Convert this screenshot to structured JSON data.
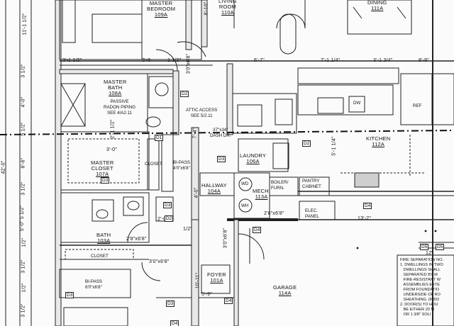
{
  "rooms": {
    "master_bedroom": {
      "name": "MASTER\nBEDROOM",
      "num": "109A"
    },
    "living_room": {
      "name": "LIVING\nROOM",
      "num": "110A"
    },
    "dining": {
      "name": "DINING",
      "num": "111A"
    },
    "master_bath": {
      "name": "MASTER\nBATH",
      "num": "108A"
    },
    "master_closet": {
      "name": "MASTER\nCLOSET",
      "num": "107A"
    },
    "laundry": {
      "name": "LAUNDRY",
      "num": "106A"
    },
    "kitchen": {
      "name": "KITCHEN",
      "num": "112A"
    },
    "hallway": {
      "name": "HALLWAY",
      "num": "104A"
    },
    "mech": {
      "name": "MECH.",
      "num": "113A"
    },
    "bath": {
      "name": "BATH",
      "num": "103A"
    },
    "foyer": {
      "name": "FOYER",
      "num": "101A"
    },
    "garage": {
      "name": "GARAGE",
      "num": "114A"
    }
  },
  "notes": {
    "passive_radon": "PASSIVE\nRADON PIPING\nSEE 4/A2.11",
    "attic_access": "ATTIC ACCESS\nSEE 5/2.11",
    "dash_dr": "37\"x34\"\nDASH DR.",
    "closet": "CLOSET",
    "closet_v": "CLOSET",
    "bipass_v": "BI-PASS\n4'0\"x6'8\"",
    "bipass": "BI-PASS\n6'0\"x6'8\"",
    "boiler": "BOILER/\nFURN.",
    "pantry": "PANTRY\nCABINET",
    "elec_panel": "ELEC.\nPANEL",
    "ref": "REF",
    "dw": "DW",
    "wd": "WD",
    "wh": "WH",
    "fire_sep": "FIRE SEPARATION NO.\n1. DWELLINGS IN TWO\n   DWELLINGS SHALL\n   SEPARATED BY M\n   FIRE-RESISTANT W\n   ASSEMBLIES EXTE\n   FROM FOUNDATIO\n   UNDERSIDE OF RO\n   SHEATHING. (R302\n2. DOOR(S) TO HOU\n   BE EITHER 20 M\n   OR 1 3/8\" SOLI"
  },
  "dims": {
    "d_8_10": "8'-10\"",
    "d_3_1_2a": "3'-1 1/2\"",
    "d_3_9": "3'-9",
    "d_1_1_2": "1 1/2\"",
    "d_3_0_6_8a": "3'0\"x6'8\"",
    "d_6_7": "6'-7\"",
    "d_7_1_1_4": "7'-1 1/4\"",
    "d_3_1_3_4": "3'-1 3/4\"",
    "d_8_9": "8'-9\"",
    "d_2_1_1_2": "2'-1 1/2\"",
    "d_3_0": "3'-0\"",
    "d_7_4": "7'-4\"",
    "d_5_1_1_4": "5'-1 1/4\"",
    "d_4_0": "4'-0\"",
    "d_2_0": "2'-0\"",
    "d_1_2": "1/2\"",
    "d_2_8_6_8": "2'8\"x6'8\"",
    "d_3_0_6_8b": "3'0\"x6'8\"",
    "d_3_0_6_8c": "3'0\"x6'8\"",
    "d_2_6_6_8": "2'6\"x6'8\"",
    "d_13_2": "13'-2\"",
    "d_10_11": "10'-11\"",
    "d_5_9": "5'-9\"",
    "d_12": "12\"",
    "d_42_0": "42'-0\"",
    "d_11_1_2": "11'-1 1/2\"",
    "d_3_1_2v": "3 1/2\"",
    "d_4_0v": "4'-0\"",
    "d_5_1_2v": "5 1/2\"",
    "d_8_6v": "8'-6\"",
    "d_3_1_2v2": "3 1/2\"",
    "d_5_0_5_1_2": "5'-0\" 5 1/2\"",
    "d_1_2v": "1/2\"",
    "d_3_1_2v3": "3 1/2\"",
    "d_1_2v2": "1/2\"",
    "d_3_1_2v4": "3 1/2\""
  },
  "tags": [
    "D2",
    "D3",
    "D3",
    "D2",
    "D3",
    "D2",
    "D3",
    "D4",
    "D4",
    "D4",
    "D4",
    "D3",
    "D5",
    "D5",
    "D1"
  ]
}
